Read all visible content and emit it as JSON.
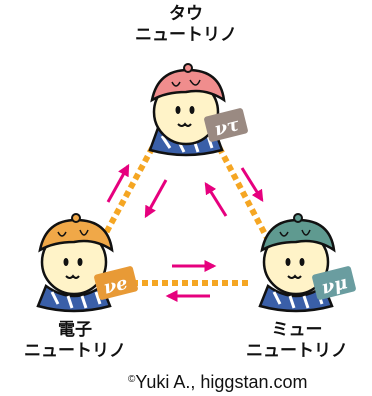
{
  "labels": {
    "tau": {
      "line1": "タウ",
      "line2": "ニュートリノ"
    },
    "electron": {
      "line1": "電子",
      "line2": "ニュートリノ"
    },
    "muon": {
      "line1": "ミュー",
      "line2": "ニュートリノ"
    }
  },
  "symbols": {
    "tau": "ντ",
    "electron": "νe",
    "muon": "νμ"
  },
  "credit": {
    "symbol": "©",
    "text": "Yuki A., higgstan.com"
  },
  "colors": {
    "dotted_line": "#f5a623",
    "arrow": "#e6007e",
    "tau_cap": "#f08d8d",
    "electron_cap": "#f0a848",
    "muon_cap": "#5f9a90",
    "tau_tag": "#9a8a82",
    "electron_tag": "#e89a36",
    "muon_tag": "#6a9da0",
    "scarf": "#3a5fa8",
    "face": "#fff3c8"
  }
}
